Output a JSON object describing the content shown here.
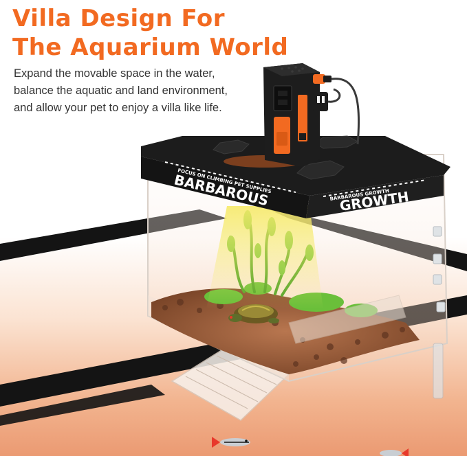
{
  "headline": {
    "line1": "Villa Design For",
    "line2": "The Aquarium World"
  },
  "description": {
    "line1": "Expand the movable space in the water,",
    "line2": "balance the aquatic and land environment,",
    "line3": "and allow your pet to enjoy a villa like life."
  },
  "product": {
    "brand_left": "BARBAROUS",
    "brand_right": "GROWTH",
    "tag_left": "FOCUS ON CLIMBING PET SUPPLIES",
    "tag_right": "BARBAROUS GROWTH"
  },
  "colors": {
    "accent": "#f26a21",
    "text": "#333333",
    "lid": "#1c1c1c"
  },
  "icons": [
    "aquarium-rail",
    "turtle-tank",
    "uv-heat-lamp",
    "power-plug",
    "turtle",
    "fish"
  ]
}
